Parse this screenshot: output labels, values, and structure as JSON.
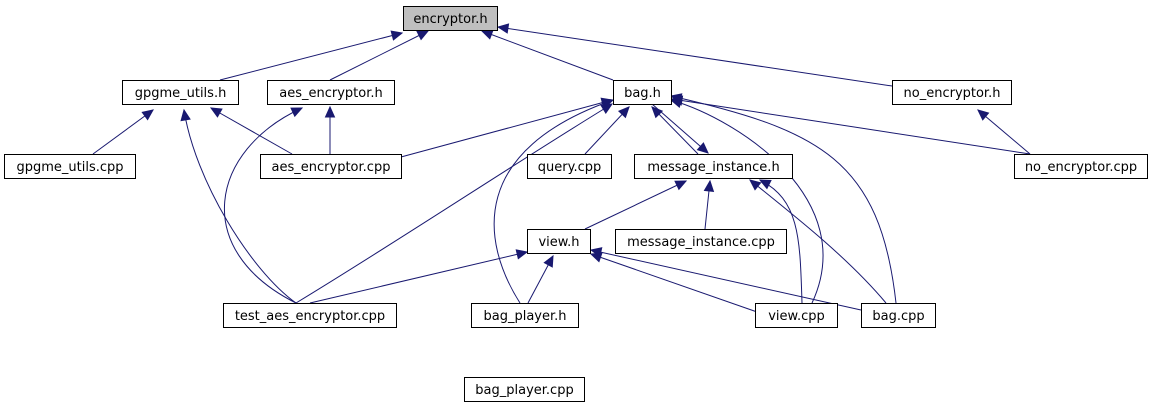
{
  "nodes": [
    {
      "id": "encryptor_h",
      "label": "encryptor.h",
      "root": true
    },
    {
      "id": "gpgme_utils_h",
      "label": "gpgme_utils.h"
    },
    {
      "id": "aes_encryptor_h",
      "label": "aes_encryptor.h"
    },
    {
      "id": "bag_h",
      "label": "bag.h"
    },
    {
      "id": "no_encryptor_h",
      "label": "no_encryptor.h"
    },
    {
      "id": "gpgme_utils_cpp",
      "label": "gpgme_utils.cpp"
    },
    {
      "id": "aes_encryptor_cpp",
      "label": "aes_encryptor.cpp"
    },
    {
      "id": "query_cpp",
      "label": "query.cpp"
    },
    {
      "id": "message_instance_h",
      "label": "message_instance.h"
    },
    {
      "id": "no_encryptor_cpp",
      "label": "no_encryptor.cpp"
    },
    {
      "id": "view_h",
      "label": "view.h"
    },
    {
      "id": "message_instance_cpp",
      "label": "message_instance.cpp"
    },
    {
      "id": "test_aes_encryptor_cpp",
      "label": "test_aes_encryptor.cpp"
    },
    {
      "id": "bag_player_h",
      "label": "bag_player.h"
    },
    {
      "id": "view_cpp",
      "label": "view.cpp"
    },
    {
      "id": "bag_cpp",
      "label": "bag.cpp"
    },
    {
      "id": "bag_player_cpp",
      "label": "bag_player.cpp"
    }
  ],
  "edges": [
    {
      "from": "gpgme_utils_h",
      "to": "encryptor_h"
    },
    {
      "from": "aes_encryptor_h",
      "to": "encryptor_h"
    },
    {
      "from": "bag_h",
      "to": "encryptor_h"
    },
    {
      "from": "no_encryptor_h",
      "to": "encryptor_h"
    },
    {
      "from": "gpgme_utils_cpp",
      "to": "gpgme_utils_h"
    },
    {
      "from": "aes_encryptor_cpp",
      "to": "gpgme_utils_h"
    },
    {
      "from": "test_aes_encryptor_cpp",
      "to": "gpgme_utils_h"
    },
    {
      "from": "aes_encryptor_cpp",
      "to": "aes_encryptor_h"
    },
    {
      "from": "test_aes_encryptor_cpp",
      "to": "aes_encryptor_h"
    },
    {
      "from": "aes_encryptor_cpp",
      "to": "bag_h"
    },
    {
      "from": "query_cpp",
      "to": "bag_h"
    },
    {
      "from": "message_instance_h",
      "to": "bag_h"
    },
    {
      "from": "bag_h",
      "to": "message_instance_h"
    },
    {
      "from": "no_encryptor_cpp",
      "to": "bag_h"
    },
    {
      "from": "test_aes_encryptor_cpp",
      "to": "bag_h"
    },
    {
      "from": "bag_player_h",
      "to": "bag_h"
    },
    {
      "from": "view_cpp",
      "to": "bag_h"
    },
    {
      "from": "bag_cpp",
      "to": "bag_h"
    },
    {
      "from": "no_encryptor_cpp",
      "to": "no_encryptor_h"
    },
    {
      "from": "view_h",
      "to": "message_instance_h"
    },
    {
      "from": "message_instance_cpp",
      "to": "message_instance_h"
    },
    {
      "from": "view_cpp",
      "to": "message_instance_h"
    },
    {
      "from": "bag_cpp",
      "to": "message_instance_h"
    },
    {
      "from": "test_aes_encryptor_cpp",
      "to": "view_h"
    },
    {
      "from": "bag_player_h",
      "to": "view_h"
    },
    {
      "from": "view_cpp",
      "to": "view_h"
    },
    {
      "from": "bag_cpp",
      "to": "view_h"
    },
    {
      "from": "bag_player_cpp",
      "to": "bag_player_h"
    }
  ]
}
